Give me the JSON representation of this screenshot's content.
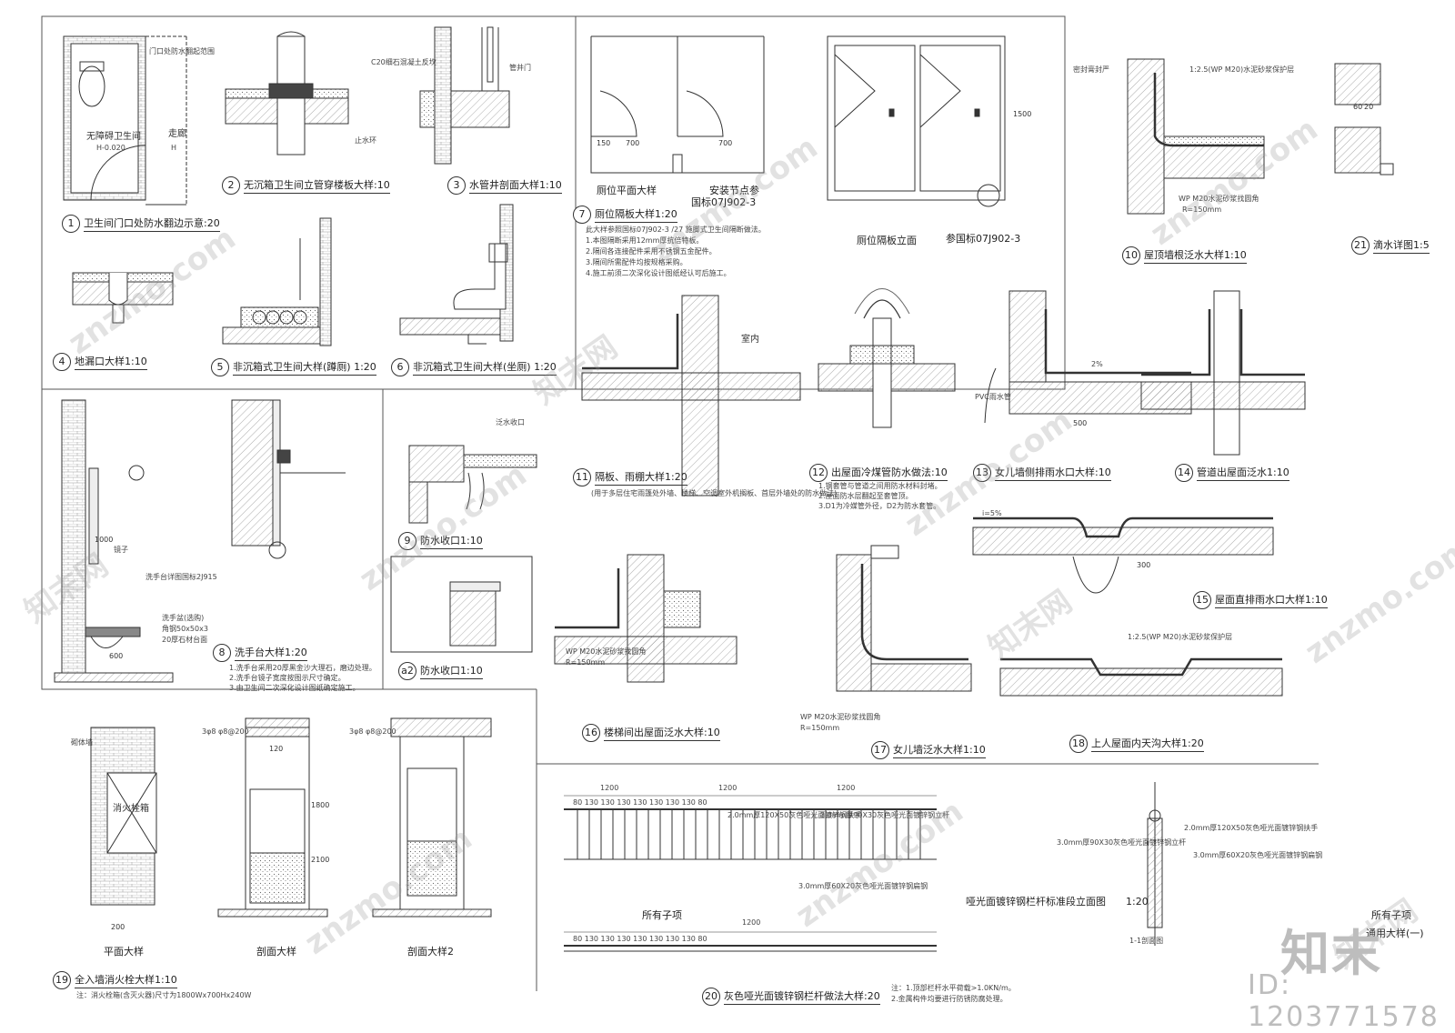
{
  "sheet_title": "通用大样(一)",
  "details": [
    {
      "no": "1",
      "title": "卫生间门口处防水翻边示意:20"
    },
    {
      "no": "2",
      "title": "无沉箱卫生间立管穿楼板大样:10"
    },
    {
      "no": "3",
      "title": "水管井剖面大样1:10"
    },
    {
      "no": "4",
      "title": "地漏口大样1:10"
    },
    {
      "no": "5",
      "title": "非沉箱式卫生间大样(蹲厕) 1:20"
    },
    {
      "no": "6",
      "title": "非沉箱式卫生间大样(坐厕) 1:20"
    },
    {
      "no": "7",
      "title": "厕位隔板大样1:20"
    },
    {
      "no": "8",
      "title": "洗手台大样1:20"
    },
    {
      "no": "9",
      "title": "防水收口1:10"
    },
    {
      "no": "a2",
      "title": "防水收口1:10"
    },
    {
      "no": "10",
      "title": "屋顶墙根泛水大样1:10"
    },
    {
      "no": "11",
      "title": "隔板、雨棚大样1:20"
    },
    {
      "no": "12",
      "title": "出屋面冷煤管防水做法:10"
    },
    {
      "no": "13",
      "title": "女儿墙侧排雨水口大样:10"
    },
    {
      "no": "14",
      "title": "管道出屋面泛水1:10"
    },
    {
      "no": "15",
      "title": "屋面直排雨水口大样1:10"
    },
    {
      "no": "16",
      "title": "楼梯间出屋面泛水大样:10"
    },
    {
      "no": "17",
      "title": "女儿墙泛水大样1:10"
    },
    {
      "no": "18",
      "title": "上人屋面内天沟大样1:20"
    },
    {
      "no": "19",
      "title": "全入墙消火栓大样1:10"
    },
    {
      "no": "20",
      "title": "灰色哑光面镀锌钢栏杆做法大样:20"
    },
    {
      "no": "21",
      "title": "滴水详图1:5"
    }
  ],
  "sub_titles": {
    "plan_toilet": "厕位平面大样",
    "install_node": "安装节点参",
    "ref_node": "国标07J902-3",
    "elev_toilet": "厕位隔板立面",
    "ref_no": "参国标07J902-3",
    "plan_detail": "平面大样",
    "section_1": "剖面大样",
    "section_2": "剖面大样2",
    "rail_std": "哑光面镀锌钢栏杆标准段立面图",
    "rail_scale": "1:20",
    "section_1_1": "1-1剖面图",
    "all_sub": "所有子项"
  },
  "notes": {
    "note7": [
      "此大样参照国标07J902-3 /27 施脚式卫生间隔断做法。",
      "1.本图隔断采用12mm厚抗倍特板。",
      "2.隔间各连接配件采用不锈钢五金配件。",
      "3.隔间所需配件均按规格采购。",
      "4.施工前须二次深化设计图纸经认可后施工。"
    ],
    "note8": [
      "1.洗手台采用20厚黑金沙大理石，磨边处理。",
      "2.洗手台镜子宽度按图示尺寸确定。",
      "3.由卫生间二次深化设计图纸确定施工。"
    ],
    "note12": [
      "1.钢套管与管道之间用防水材料封堵。",
      "2.屋面防水层翻起至套管顶。",
      "3.D1为冷媒管外径，D2为防水套管。"
    ],
    "note19": "注：消火栓箱(含灭火器)尺寸为1800Wx700Hx240W",
    "note20": [
      "注：1.顶部栏杆水平荷载>1.0KN/m。",
      "2.金属构件均要进行防锈防腐处理。"
    ],
    "note11": "(用于多层住宅雨篷处外墙、楼梯、空调室外机搁板、首层外墙处的防水做法)"
  },
  "labels": {
    "walkway": "走廊",
    "accessible_wc": "无障碍卫生间",
    "h_level": "H-0.020",
    "h": "H",
    "door_ref": "门口处防水翻起范围",
    "indoor": "室内",
    "c20": "C20细石混凝土反坎",
    "wp_m20": "WP M20水泥砂浆找圆角",
    "r150": "R=150mm",
    "mortar": "1:2.5(WP M20)水泥砂浆保护层",
    "sealant": "密封膏封严",
    "pvc": "PVC雨水管",
    "overflow": "泛水收口",
    "water_stop": "止水环",
    "slope2": "2%",
    "slope5": "i=5%",
    "dims_rail": [
      "1200",
      "1200",
      "1200",
      "1200"
    ],
    "rail_pitch": "80 130 130 130 130 130 130 130 80",
    "rail_pipe1": "2.0mm厚120X50灰色哑光面镀锌钢扶手",
    "rail_pipe2": "3.0mm厚90X30灰色哑光面镀锌钢立杆",
    "rail_pipe3": "3.0mm厚60X20灰色哑光面镀锌钢扁钢",
    "fire_box": "消火栓箱",
    "masonry": "砌体墙",
    "rebar": "3φ8 φ8@200",
    "pipe_label": "管井门",
    "d300": "300",
    "d500": "500",
    "d1000": "1000",
    "d700": "700",
    "d150": "150",
    "d1500": "1500",
    "d1800": "1800",
    "d2100": "2100",
    "d120": "120",
    "d600": "600",
    "d200": "200",
    "d60": "60",
    "d20": "20",
    "marble_top": "20厚石材台面",
    "basin": "洗手盆(选购)",
    "angle_steel": "角钢50x50x3",
    "mirror": "镜子",
    "ref_2j915": "洗手台详图国标2J915"
  },
  "watermark": "znzmo.com",
  "watermark_cn": "知末网",
  "logo": "知末",
  "id_text": "ID: 1203771578",
  "colors": {
    "line": "#333333",
    "hatch": "#777777",
    "bg": "#ffffff",
    "watermark": "#bdbdbd"
  }
}
